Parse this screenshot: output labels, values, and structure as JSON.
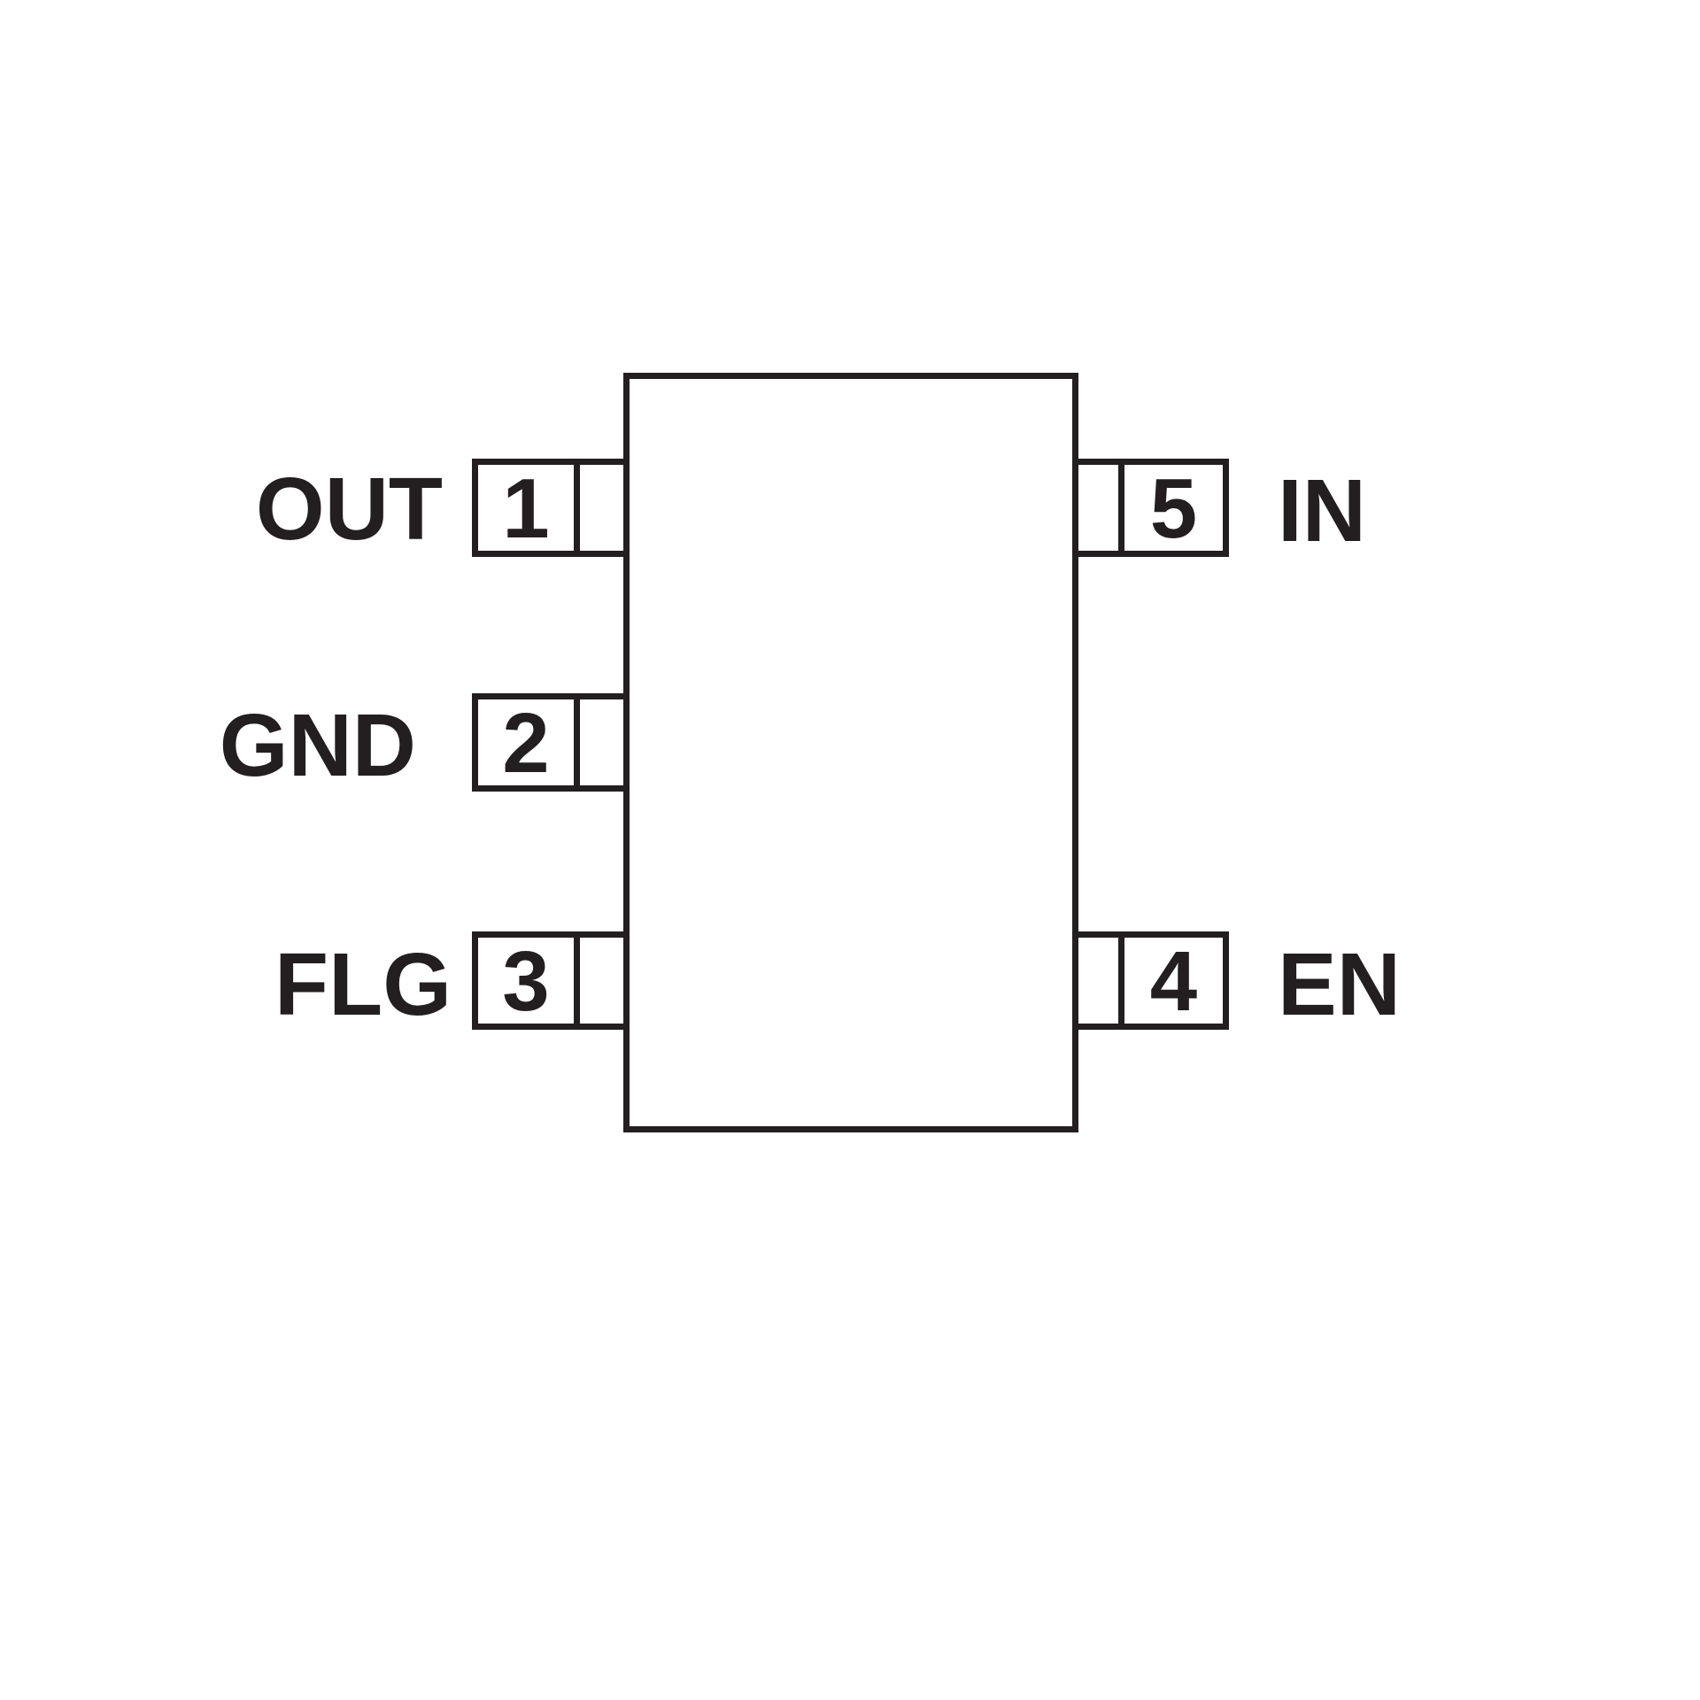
{
  "diagram": {
    "kind": "ic-pinout",
    "pin_count": 5
  },
  "pins": [
    {
      "number": "1",
      "name": "OUT",
      "side": "left",
      "row": 1
    },
    {
      "number": "2",
      "name": "GND",
      "side": "left",
      "row": 2
    },
    {
      "number": "3",
      "name": "FLG",
      "side": "left",
      "row": 3
    },
    {
      "number": "4",
      "name": "EN",
      "side": "right",
      "row": 3
    },
    {
      "number": "5",
      "name": "IN",
      "side": "right",
      "row": 1
    }
  ],
  "colors": {
    "line": "#231f20",
    "text": "#231f20",
    "background": "#ffffff"
  }
}
